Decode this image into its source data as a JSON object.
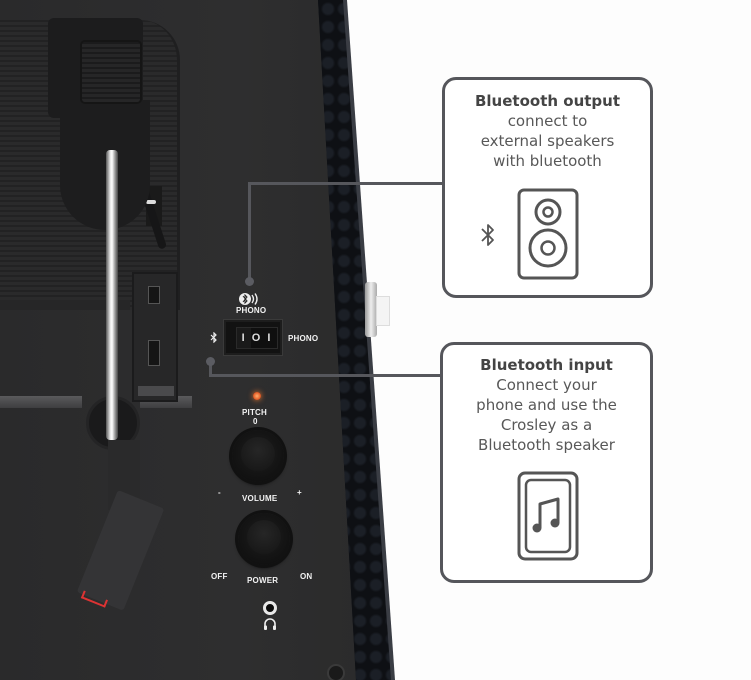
{
  "product_panel": {
    "labels": {
      "switch_top_label": "PHONO",
      "switch_right_label": "PHONO",
      "switch_symbol": "I O I",
      "pitch_label": "PITCH",
      "pitch_value": "0",
      "volume_label": "VOLUME",
      "volume_minus": "-",
      "volume_plus": "+",
      "power_label": "POWER",
      "power_off": "OFF",
      "power_on": "ON"
    },
    "icons": {
      "bluetooth_symbol": "✱",
      "switch_top_icon": "bluetooth-broadcast-icon",
      "switch_left_icon": "bluetooth-icon",
      "headphone_icon": "headphone-icon"
    },
    "colors": {
      "deck": "#2b2b2c",
      "led": "#f07a30",
      "side_trim": "#12151a"
    }
  },
  "callouts": [
    {
      "title": "Bluetooth output",
      "description_lines": [
        "connect to",
        "external speakers",
        "with bluetooth"
      ],
      "icon": "speaker-icon",
      "secondary_icon": "bluetooth-icon"
    },
    {
      "title": "Bluetooth input",
      "description_lines": [
        "Connect your",
        "phone and use the",
        "Crosley as a",
        "Bluetooth speaker"
      ],
      "icon": "phone-music-icon"
    }
  ],
  "colors": {
    "callout_border": "#55565b",
    "connector_line": "#56575c",
    "background": "#fdfdfd"
  }
}
